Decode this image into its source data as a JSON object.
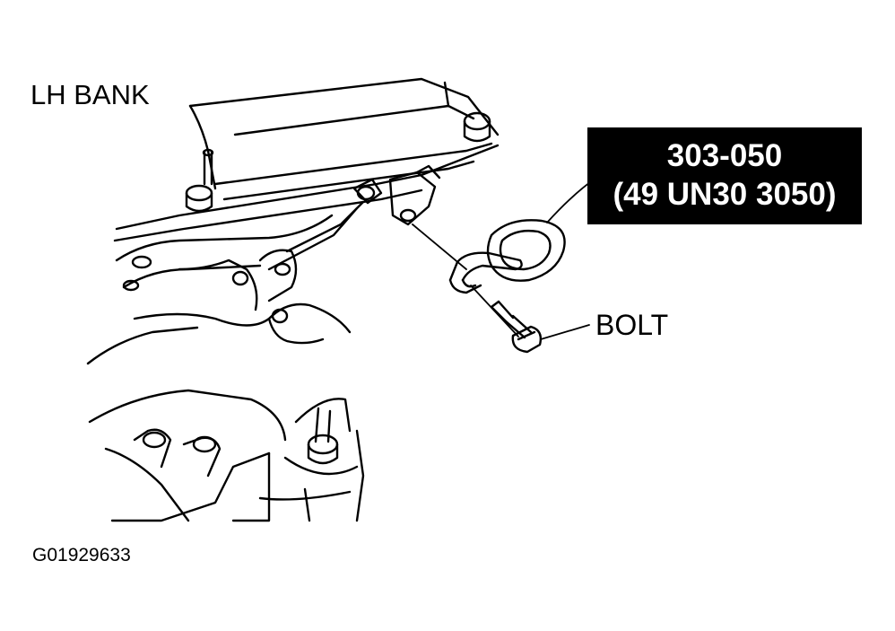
{
  "diagram": {
    "bank_label": "LH BANK",
    "tool_number": "303-050",
    "tool_alt_number": "(49 UN30 3050)",
    "bolt_label": "BOLT",
    "figure_id": "G01929633"
  },
  "colors": {
    "ink": "#000000",
    "paper": "#ffffff"
  },
  "icons": [
    "engine-bank-drawing",
    "lifting-eye-hook",
    "bolt"
  ]
}
